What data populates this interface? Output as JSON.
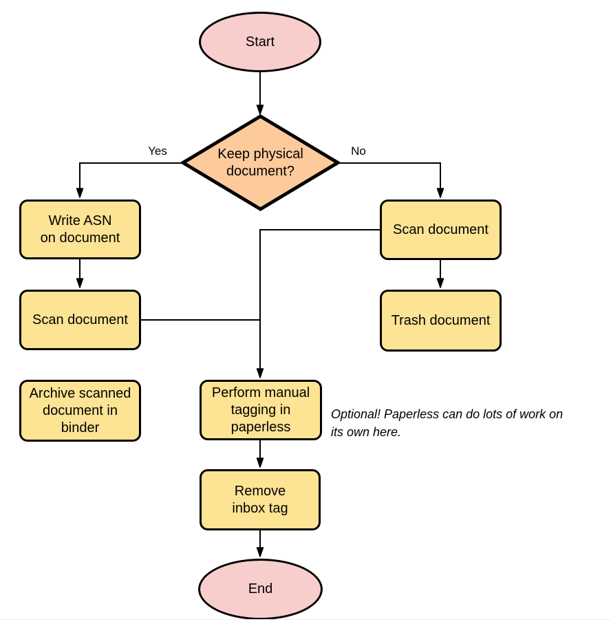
{
  "nodes": {
    "start": {
      "label": "Start",
      "shape": "ellipse"
    },
    "decision": {
      "label": "Keep physical\ndocument?",
      "shape": "diamond"
    },
    "write_asn": {
      "label": "Write ASN\non document",
      "shape": "rounded-rect"
    },
    "scan_left": {
      "label": "Scan document",
      "shape": "rounded-rect"
    },
    "archive": {
      "label": "Archive scanned\ndocument in\nbinder",
      "shape": "rounded-rect"
    },
    "scan_right": {
      "label": "Scan document",
      "shape": "rounded-rect"
    },
    "trash": {
      "label": "Trash document",
      "shape": "rounded-rect"
    },
    "tagging": {
      "label": "Perform manual\ntagging in\npaperless",
      "shape": "rounded-rect"
    },
    "remove_inbox": {
      "label": "Remove\ninbox tag",
      "shape": "rounded-rect"
    },
    "end": {
      "label": "End",
      "shape": "ellipse"
    }
  },
  "edges": [
    {
      "from": "start",
      "to": "decision",
      "label": ""
    },
    {
      "from": "decision",
      "to": "write_asn",
      "label": "Yes"
    },
    {
      "from": "decision",
      "to": "scan_right",
      "label": "No"
    },
    {
      "from": "write_asn",
      "to": "scan_left",
      "label": ""
    },
    {
      "from": "scan_left",
      "to": "tagging",
      "label": ""
    },
    {
      "from": "scan_right",
      "to": "tagging",
      "label": ""
    },
    {
      "from": "scan_right",
      "to": "trash",
      "label": ""
    },
    {
      "from": "tagging",
      "to": "remove_inbox",
      "label": ""
    },
    {
      "from": "remove_inbox",
      "to": "end",
      "label": ""
    }
  ],
  "annotation": {
    "text": "Optional! Paperless can do lots of work on\nits own here."
  },
  "colors": {
    "terminal_fill": "#F8CECC",
    "decision_fill": "#FDCB9B",
    "process_fill": "#FDE394",
    "stroke": "#000000"
  }
}
